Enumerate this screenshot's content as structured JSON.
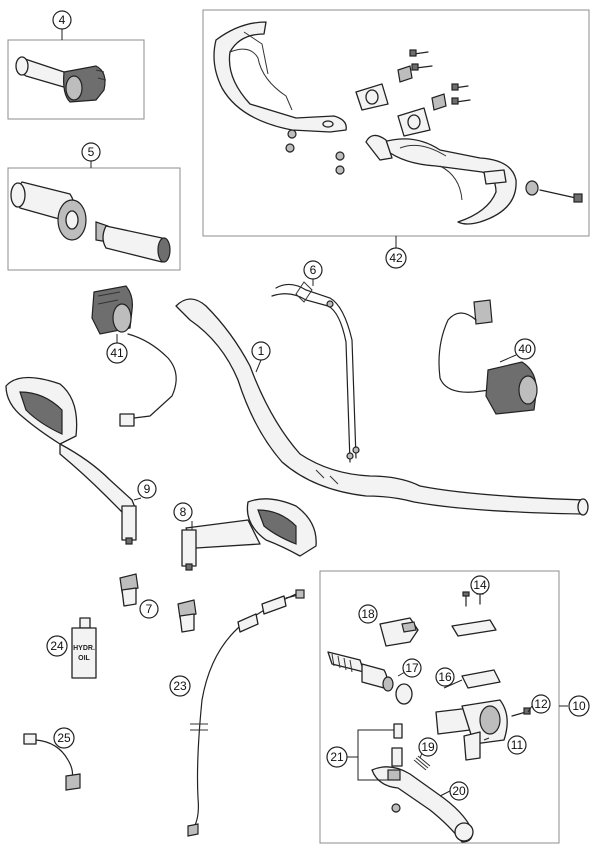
{
  "callouts": {
    "c1": "1",
    "c4": "4",
    "c5": "5",
    "c6": "6",
    "c7": "7",
    "c8": "8",
    "c9": "9",
    "c10": "10",
    "c11": "11",
    "c12": "12",
    "c14": "14",
    "c16": "16",
    "c17": "17",
    "c18": "18",
    "c19": "19",
    "c20": "20",
    "c21": "21",
    "c23": "23",
    "c24": "24",
    "c25": "25",
    "c40": "40",
    "c41": "41",
    "c42": "42"
  },
  "bottle_label": {
    "line1": "HYDR.",
    "line2": "OIL"
  }
}
